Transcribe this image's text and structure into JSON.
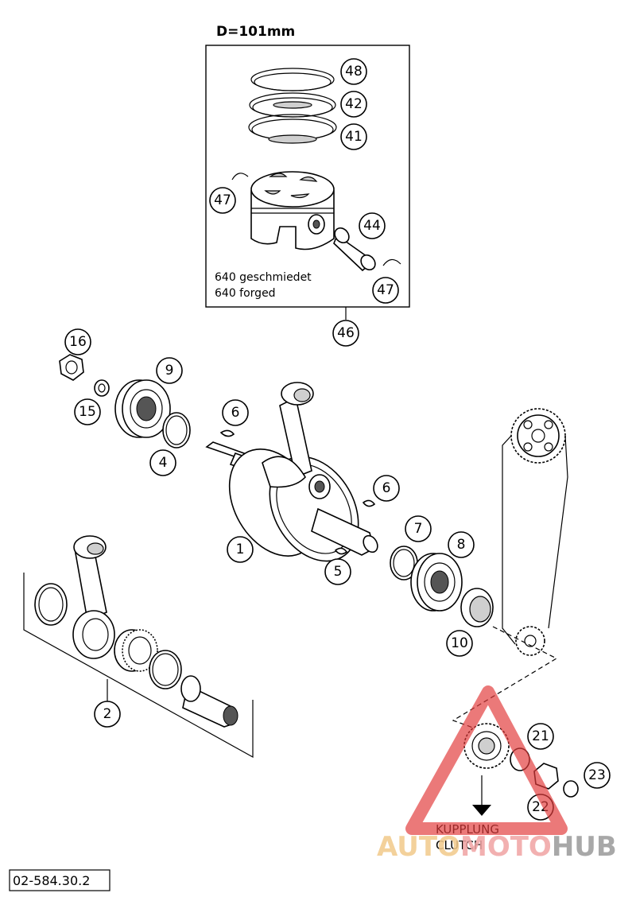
{
  "header": {
    "diameter_label": "D=101mm"
  },
  "piston_box": {
    "caption_line1": "640 geschmiedet",
    "caption_line2": "640 forged"
  },
  "callouts": {
    "c48": "48",
    "c42": "42",
    "c41": "41",
    "c47a": "47",
    "c44": "44",
    "c47b": "47",
    "c46": "46",
    "c16": "16",
    "c9": "9",
    "c15": "15",
    "c4": "4",
    "c6a": "6",
    "c6b": "6",
    "c1": "1",
    "c5": "5",
    "c7": "7",
    "c8": "8",
    "c10": "10",
    "c2": "2",
    "c21": "21",
    "c22": "22",
    "c23": "23"
  },
  "clutch": {
    "label_de": "KUPPLUNG",
    "label_en": "CLUTCH"
  },
  "footer": {
    "part_number": "02-584.30.2"
  },
  "watermark": {
    "part1": "AUTO",
    "part2": "MOTO",
    "part3": "HUB",
    "accent_red": "#e23b3b",
    "accent_orange": "#f2c98a"
  }
}
